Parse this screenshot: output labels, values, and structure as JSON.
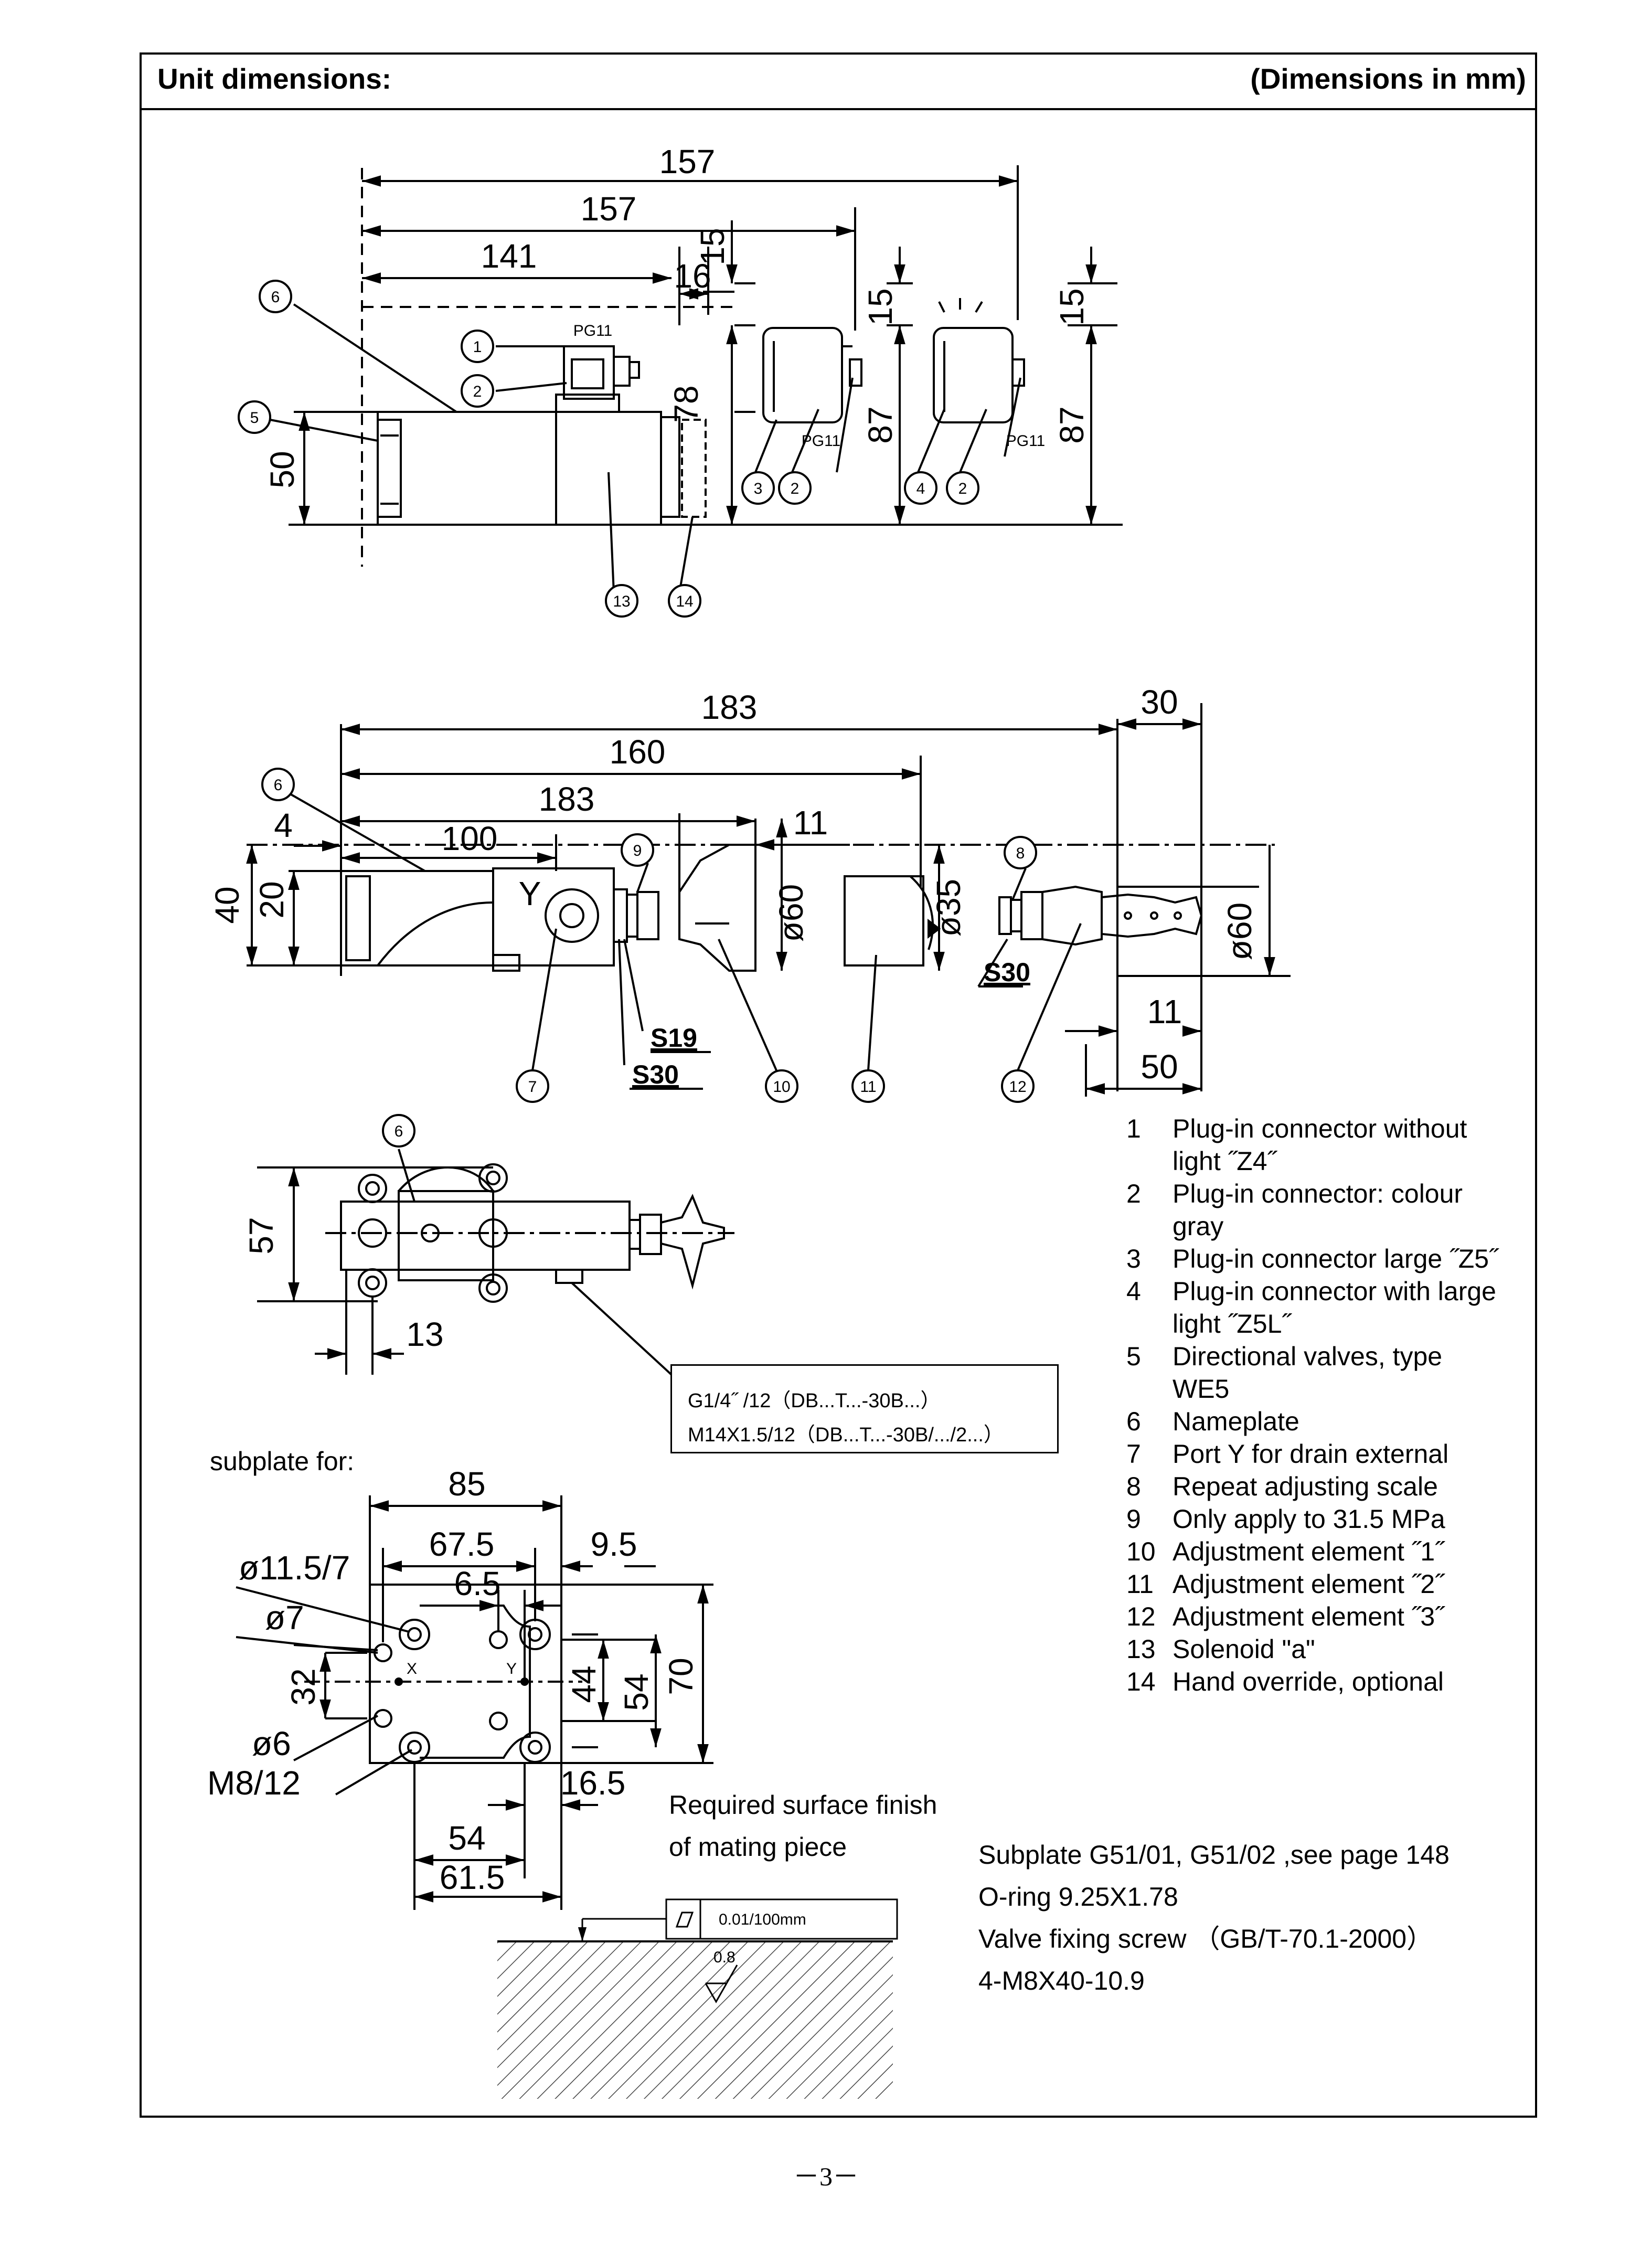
{
  "header": {
    "title": "Unit dimensions:",
    "units_note": "(Dimensions in mm)"
  },
  "legend": [
    {
      "num": "1",
      "text": "Plug-in connector without light  ˝Z4˝"
    },
    {
      "num": "2",
      "text": "Plug-in connector: colour gray"
    },
    {
      "num": "3",
      "text": "Plug-in connector  large ˝Z5˝"
    },
    {
      "num": "4",
      "text": "Plug-in connector with large light  ˝Z5L˝"
    },
    {
      "num": "5",
      "text": "Directional valves, type WE5"
    },
    {
      "num": "6",
      "text": "Nameplate"
    },
    {
      "num": "7",
      "text": "Port Y for drain external"
    },
    {
      "num": "8",
      "text": "Repeat adjusting scale"
    },
    {
      "num": "9",
      "text": "Only apply to 31.5 MPa"
    },
    {
      "num": "10",
      "text": "Adjustment element ˝1˝"
    },
    {
      "num": "11",
      "text": "Adjustment element ˝2˝"
    },
    {
      "num": "12",
      "text": "Adjustment element ˝3˝"
    },
    {
      "num": "13",
      "text": "Solenoid \"a\""
    },
    {
      "num": "14",
      "text": "Hand override, optional"
    }
  ],
  "port_box": {
    "line1": "G1/4˝ /12（DB...T...-30B...）",
    "line2": "M14X1.5/12（DB...T...-30B/.../2...）"
  },
  "subplate_label": "subplate for:",
  "surface_finish": {
    "line1": "Required surface finish",
    "line2": "of mating piece",
    "flatness": "0.01/100mm",
    "roughness": "0.8"
  },
  "mounting_notes": [
    "Subplate G51/01, G51/02 ,see page 148",
    "O-ring 9.25X1.78",
    "Valve fixing screw  （GB/T-70.1-2000）",
    "4-M8X40-10.9"
  ],
  "page_number": "－3－",
  "view1": {
    "dims": {
      "overall_top": "157",
      "overall_mid": "157",
      "len_141": "141",
      "len_16": "16",
      "len_15a": "15",
      "h_78": "78",
      "h_50": "50",
      "h_15b": "15",
      "h_87a": "87",
      "h_15c": "15",
      "h_87b": "87"
    },
    "pg_labels": {
      "pg1": "PG11",
      "pg2": "PG11",
      "pg3": "PG11"
    },
    "balloons": {
      "b1": "1",
      "b2": "2",
      "b3": "3",
      "b2b": "2",
      "b4": "4",
      "b2c": "2",
      "b5": "5",
      "b6": "6",
      "b13": "13",
      "b14": "14"
    }
  },
  "view2": {
    "dims": {
      "len_183a": "183",
      "len_160": "160",
      "len_183b": "183",
      "len_30": "30",
      "len_100": "100",
      "len_4": "4",
      "len_11a": "11",
      "h_40": "40",
      "h_20": "20",
      "dia_60a": "ø60",
      "dia_35": "ø35",
      "dia_60b": "ø60",
      "len_11b": "11",
      "len_50": "50"
    },
    "port_label": "Y",
    "wrench": {
      "s19": "S19",
      "s30a": "S30",
      "s30b": "S30"
    },
    "balloons": {
      "b6": "6",
      "b7": "7",
      "b8": "8",
      "b9": "9",
      "b10": "10",
      "b11": "11",
      "b12": "12"
    }
  },
  "view3": {
    "dims": {
      "h_57": "57",
      "len_13": "13"
    },
    "balloons": {
      "b6": "6"
    }
  },
  "subplate": {
    "dims": {
      "w_85": "85",
      "w_675": "67.5",
      "w_95": "9.5",
      "w_65": "6.5",
      "dia_115": "ø11.5/7",
      "dia_7": "ø7",
      "h_32": "32",
      "dia_6": "ø6",
      "thread": "M8/12",
      "h_44": "44",
      "h_54": "54",
      "h_70": "70",
      "w_165": "16.5",
      "w_54": "54",
      "w_615": "61.5"
    },
    "port_x": "X",
    "port_y": "Y"
  }
}
